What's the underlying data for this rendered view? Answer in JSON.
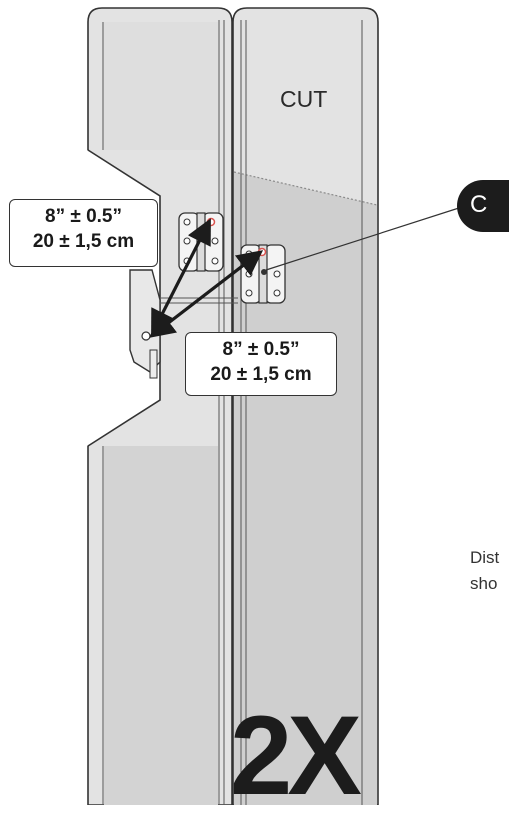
{
  "labels": {
    "cut": "CUT",
    "callout": "C",
    "measurement_left": {
      "imperial": "8” ± 0.5”",
      "metric": "20 ± 1,5 cm"
    },
    "measurement_right": {
      "imperial": "8” ± 0.5”",
      "metric": "20 ± 1,5 cm"
    },
    "note_fragment": [
      "Dist",
      "sho"
    ],
    "quantity": "2X"
  },
  "colors": {
    "panel_fill": "#e3e3e3",
    "panel_inner": "#d3d3d3",
    "shaded_area": "#c8c8c8",
    "outline": "#333333",
    "arrow": "#1c1c1c",
    "callout_bg": "#1c1c1c",
    "hinge_highlight": "#d9534f"
  }
}
